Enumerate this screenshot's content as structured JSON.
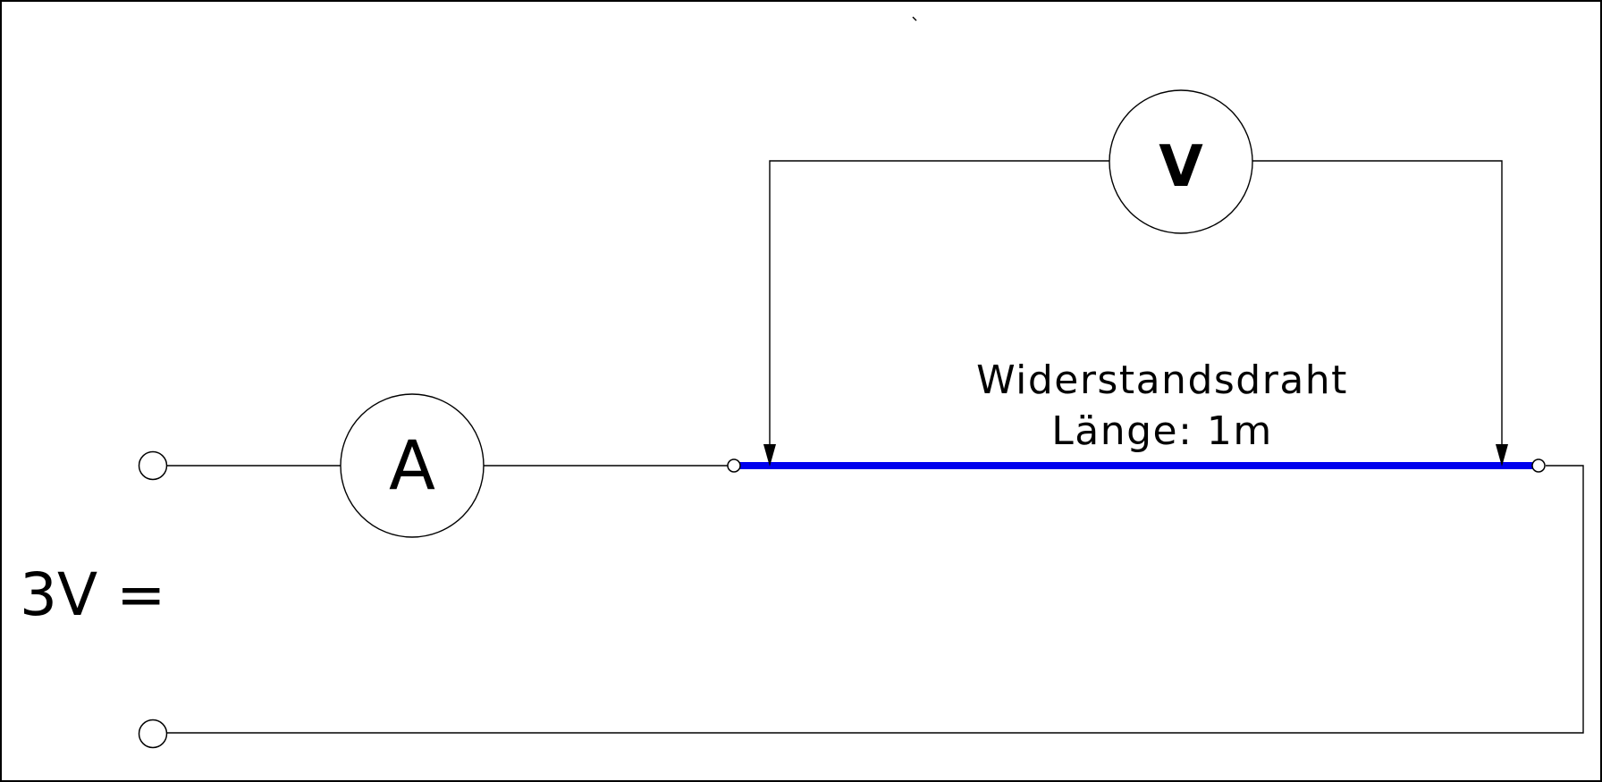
{
  "source": {
    "label": "3V =",
    "icon": "dc-voltage-source-terminals"
  },
  "ammeter": {
    "symbol": "A",
    "icon": "ammeter-icon"
  },
  "voltmeter": {
    "symbol": "V",
    "icon": "voltmeter-icon"
  },
  "resistor_wire": {
    "name": "Widerstandsdraht",
    "length_label": "Länge: 1m",
    "color": "#0000ee"
  },
  "colors": {
    "background": "#ffffff",
    "line": "#000000",
    "frame": "#000000"
  }
}
